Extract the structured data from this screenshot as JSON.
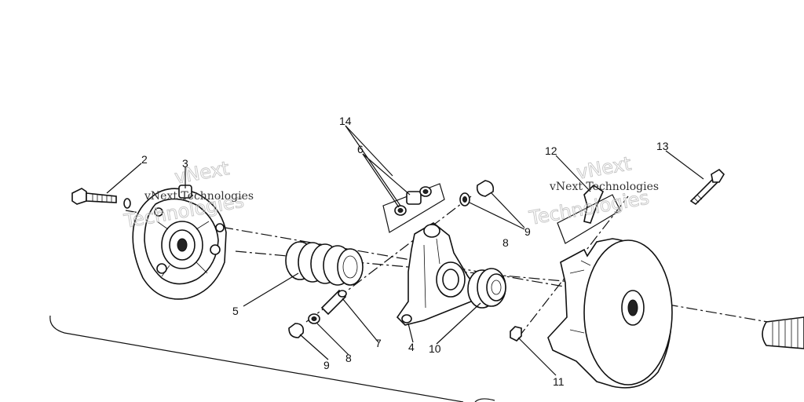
{
  "callouts": {
    "c2": "2",
    "c3": "3",
    "c4": "4",
    "c5": "5",
    "c6": "6",
    "c7": "7",
    "c8a": "8",
    "c8b": "8",
    "c9a": "9",
    "c9b": "9",
    "c10": "10",
    "c11": "11",
    "c12": "12",
    "c13": "13",
    "c14": "14"
  },
  "watermark": {
    "left_large_1": "vNext",
    "left_large_2": "Technologies",
    "left_small": "vNext Technologies",
    "right_large_1": "vNext",
    "right_large_2": "Technologies",
    "right_small": "vNext Technologies"
  },
  "colors": {
    "ink": "#111111",
    "paper": "#ffffff",
    "watermark": "#c4c4c4"
  }
}
